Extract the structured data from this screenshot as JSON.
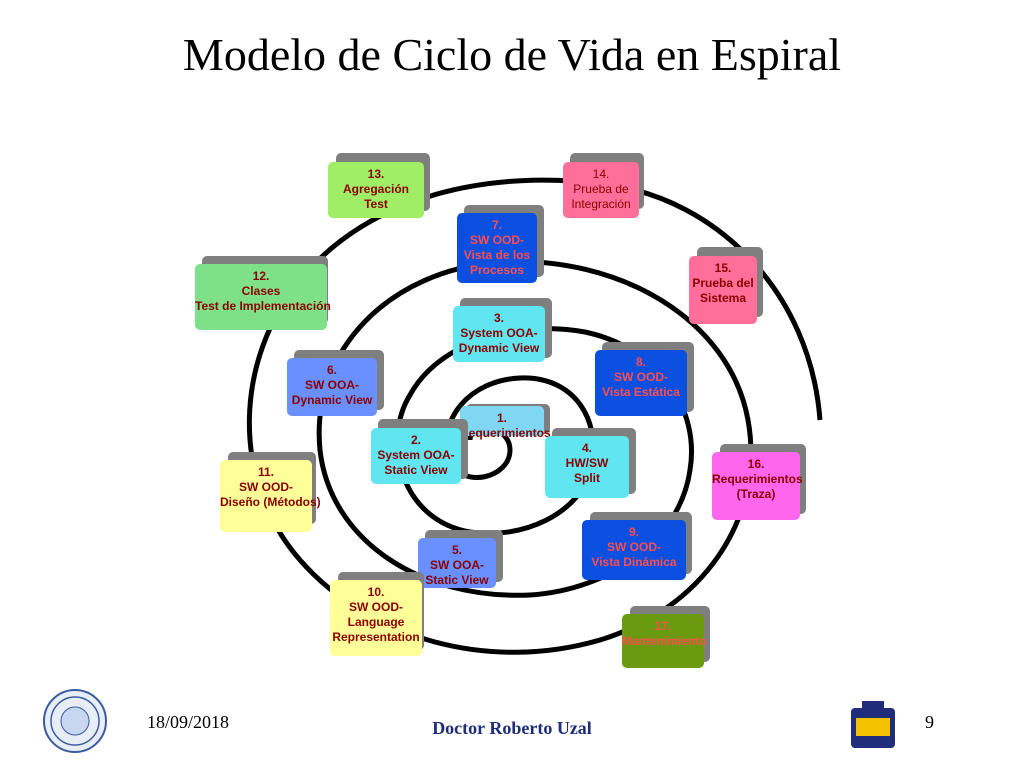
{
  "title": "Modelo de Ciclo de Vida en Espiral",
  "colors": {
    "spiral": "#000000",
    "label_dark": "#8b0000",
    "author": "#1f2d7a"
  },
  "boxes": [
    {
      "id": "b1",
      "lines": [
        "1.",
        "Requerimientos"
      ],
      "bg": "#7fd7f3",
      "fg": "#8b0000"
    },
    {
      "id": "b2",
      "lines": [
        "2.",
        "System OOA-",
        "Static View"
      ],
      "bg": "#5fe6f0",
      "fg": "#8b0000"
    },
    {
      "id": "b3",
      "lines": [
        "3.",
        "System OOA-",
        "Dynamic View"
      ],
      "bg": "#5fe6f0",
      "fg": "#8b0000"
    },
    {
      "id": "b4",
      "lines": [
        "4.",
        "HW/SW",
        "Split"
      ],
      "bg": "#5fe6f0",
      "fg": "#8b0000"
    },
    {
      "id": "b5",
      "lines": [
        "5.",
        "SW OOA-",
        "Static View"
      ],
      "bg": "#6a8fff",
      "fg": "#8b0000"
    },
    {
      "id": "b6",
      "lines": [
        "6.",
        "SW OOA-",
        "Dynamic View"
      ],
      "bg": "#6a8fff",
      "fg": "#8b0000"
    },
    {
      "id": "b7",
      "lines": [
        "7.",
        "SW OOD-",
        "Vista de los",
        "Procesos"
      ],
      "bg": "#0a4fe0",
      "fg": "#ff4d4d"
    },
    {
      "id": "b8",
      "lines": [
        "8.",
        "SW OOD-",
        "Vista Estática"
      ],
      "bg": "#0a4fe0",
      "fg": "#ff4d4d"
    },
    {
      "id": "b9",
      "lines": [
        "9.",
        "SW OOD-",
        "Vista Dinámica"
      ],
      "bg": "#0a4fe0",
      "fg": "#ff4d4d"
    },
    {
      "id": "b10",
      "lines": [
        "10.",
        "SW OOD-",
        "Language",
        "Representation"
      ],
      "bg": "#ffff99",
      "fg": "#8b0000"
    },
    {
      "id": "b11",
      "lines": [
        "11.",
        "SW OOD-",
        "Diseño (Métodos)"
      ],
      "bg": "#ffff99",
      "fg": "#8b0000"
    },
    {
      "id": "b12",
      "lines": [
        "12.",
        "Clases",
        "Test de Implementación"
      ],
      "bg": "#7fe08a",
      "fg": "#8b0000"
    },
    {
      "id": "b13",
      "lines": [
        "13.",
        "Agregación",
        "Test"
      ],
      "bg": "#a0ee66",
      "fg": "#8b0000"
    },
    {
      "id": "b14",
      "lines": [
        "14.",
        "Prueba de",
        "Integración"
      ],
      "bg": "#ff6f9a",
      "fg": "#8b0000"
    },
    {
      "id": "b15",
      "lines": [
        "15.",
        "Prueba del",
        "Sistema"
      ],
      "bg": "#ff6f9a",
      "fg": "#8b0000"
    },
    {
      "id": "b16",
      "lines": [
        "16.",
        "Requerimientos",
        "(Traza)"
      ],
      "bg": "#ff66ee",
      "fg": "#8b0000"
    },
    {
      "id": "b17",
      "lines": [
        "17.",
        "Mantenimiento"
      ],
      "bg": "#6a9a10",
      "fg": "#ff4d4d"
    }
  ],
  "footer": {
    "date": "18/09/2018",
    "author": "Doctor Roberto Uzal",
    "page": "9"
  }
}
